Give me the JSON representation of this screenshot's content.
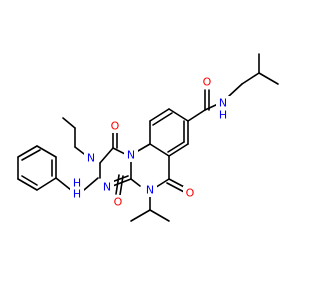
{
  "colors": {
    "background": "#ffffff",
    "bond": "#000000",
    "oxygen": "#ff0000",
    "nitrogen": "#0000ff",
    "carbon": "#000000"
  },
  "atoms": [
    {
      "id": "a1",
      "symbol": "O",
      "element": "oxygen"
    },
    {
      "id": "a2",
      "symbol": "N",
      "element": "nitrogen"
    },
    {
      "id": "a3",
      "symbol": "H",
      "element": "nitrogen"
    },
    {
      "id": "a4",
      "symbol": "O",
      "element": "oxygen"
    },
    {
      "id": "a5",
      "symbol": "N",
      "element": "nitrogen"
    },
    {
      "id": "a6",
      "symbol": "N",
      "element": "nitrogen"
    },
    {
      "id": "a7",
      "symbol": "N",
      "element": "nitrogen"
    },
    {
      "id": "a8",
      "symbol": "N",
      "element": "nitrogen"
    },
    {
      "id": "a9",
      "symbol": "H",
      "element": "nitrogen"
    },
    {
      "id": "a10",
      "symbol": "O",
      "element": "oxygen"
    },
    {
      "id": "a11",
      "symbol": "O",
      "element": "oxygen"
    },
    {
      "id": "a12",
      "symbol": "N",
      "element": "nitrogen"
    }
  ]
}
